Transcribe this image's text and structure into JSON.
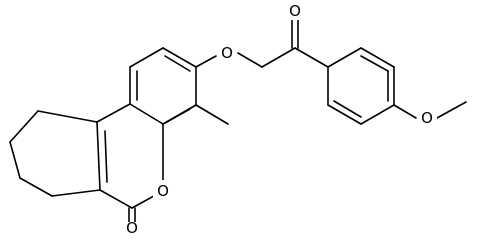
{
  "atoms": {
    "ether_o": "O",
    "ketone_o": "O",
    "methoxy_o": "O",
    "ring_o": "O",
    "lactone_o": "O"
  },
  "colors": {
    "bond": "#000000",
    "background": "#ffffff"
  }
}
